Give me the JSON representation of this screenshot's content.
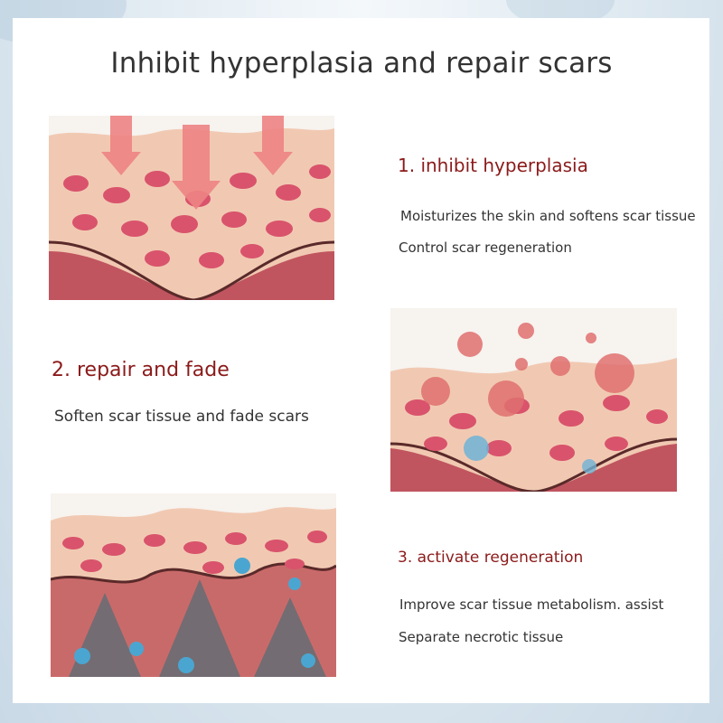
{
  "title": "Inhibit hyperplasia and repair scars",
  "sections": [
    {
      "heading": "1. inhibit hyperplasia",
      "lines": [
        "Moisturizes the skin and softens scar tissue",
        "Control scar regeneration"
      ]
    },
    {
      "heading": "2. repair and fade",
      "lines": [
        "Soften scar tissue and fade scars"
      ]
    },
    {
      "heading": "3. activate regeneration",
      "lines": [
        "Improve scar tissue metabolism. assist",
        "Separate necrotic tissue"
      ]
    }
  ],
  "illustrations": [
    {
      "icon": "skin-press-arrows-icon"
    },
    {
      "icon": "skin-bubbles-icon"
    },
    {
      "icon": "skin-regeneration-icon"
    }
  ],
  "colors": {
    "heading": "#8b1a1a",
    "body_text": "#333333",
    "skin": "#f1c9b2",
    "cell": "#d9536c",
    "dermis": "#c96a6a"
  }
}
